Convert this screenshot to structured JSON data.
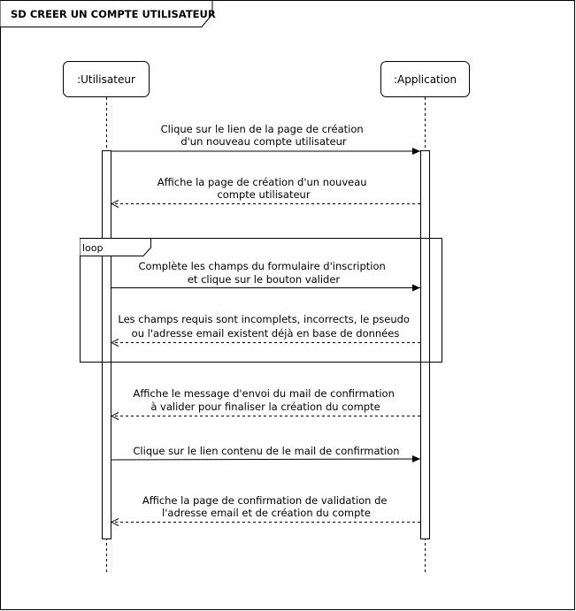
{
  "frame": {
    "title": "SD CREER UN COMPTE UTILISATEUR"
  },
  "participants": [
    {
      "id": "utilisateur",
      "label": ":Utilisateur"
    },
    {
      "id": "application",
      "label": ":Application"
    }
  ],
  "loop": {
    "label": "loop"
  },
  "messages": [
    {
      "from": "utilisateur",
      "to": "application",
      "kind": "sync",
      "lines": [
        "Clique sur le lien de la page de création",
        "d'un nouveau compte utilisateur"
      ]
    },
    {
      "from": "application",
      "to": "utilisateur",
      "kind": "return",
      "lines": [
        "Affiche la page de création d'un nouveau",
        "compte utilisateur"
      ]
    },
    {
      "from": "utilisateur",
      "to": "application",
      "kind": "sync",
      "lines": [
        "Complète les champs du formulaire d'inscription",
        "et clique sur le bouton valider"
      ]
    },
    {
      "from": "application",
      "to": "utilisateur",
      "kind": "return",
      "lines": [
        "Les champs requis sont incomplets, incorrects, le pseudo",
        "ou l'adresse email existent déjà en base de données"
      ]
    },
    {
      "from": "application",
      "to": "utilisateur",
      "kind": "return",
      "lines": [
        "Affiche le message d'envoi du mail de confirmation",
        "à valider pour finaliser la création du compte"
      ]
    },
    {
      "from": "utilisateur",
      "to": "application",
      "kind": "sync",
      "lines": [
        "Clique sur le lien contenu de le mail de confirmation"
      ]
    },
    {
      "from": "application",
      "to": "utilisateur",
      "kind": "return",
      "lines": [
        "Affiche la page de confirmation de validation de",
        "l'adresse email et de création du compte"
      ]
    }
  ]
}
